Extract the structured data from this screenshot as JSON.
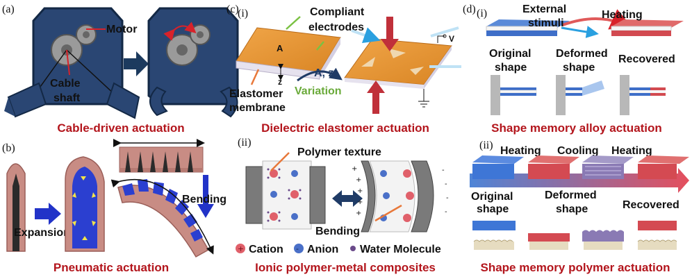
{
  "panel_a": {
    "label": "(a)",
    "motor": "Motor",
    "cable_line1": "Cable",
    "cable_line2": "shaft",
    "caption": "Cable-driven actuation"
  },
  "panel_b": {
    "label": "(b)",
    "expansion": "Expansion",
    "bending": "Bending",
    "caption": "Pneumatic actuation"
  },
  "panel_c": {
    "label": "(c)",
    "sub_i": "(i)",
    "sub_ii": "(ii)",
    "compliant_line1": "Compliant",
    "compliant_line2": "electrodes",
    "A": "A",
    "z": "z",
    "V": "V",
    "az": "A, z",
    "variation": "Variation",
    "elastomer_line1": "Elastomer",
    "elastomer_line2": "membrane",
    "caption_i": "Dielectric elastomer actuation",
    "polymer_texture": "Polymer texture",
    "bending": "Bending",
    "legend_cation": "Cation",
    "legend_anion": "Anion",
    "legend_water": "Water Molecule",
    "caption_ii": "Ionic polymer-metal composites"
  },
  "panel_d": {
    "label": "(d)",
    "sub_i": "(i)",
    "sub_ii": "(ii)",
    "external_line1": "External",
    "external_line2": "stimuli",
    "heating": "Heating",
    "original_line1": "Original",
    "original_line2": "shape",
    "deformed_line1": "Deformed",
    "deformed_line2": "shape",
    "recovered": "Recovered",
    "caption_i": "Shape memory alloy actuation",
    "heating2": "Heating",
    "cooling": "Cooling",
    "heating3": "Heating",
    "original2_line1": "Original",
    "original2_line2": "shape",
    "deformed2_line1": "Deformed",
    "deformed2_line2": "shape",
    "recovered2": "Recovered",
    "caption_ii": "Shape memory polymer actuation"
  },
  "colors": {
    "navy": "#1f3b66",
    "navy_dark": "#132845",
    "caption_red": "#b3151c",
    "pink": "#c88c84",
    "blue": "#2d4fd6",
    "orange": "#e89a3c",
    "red_arrow": "#c0303a",
    "green": "#6aaa3a"
  }
}
